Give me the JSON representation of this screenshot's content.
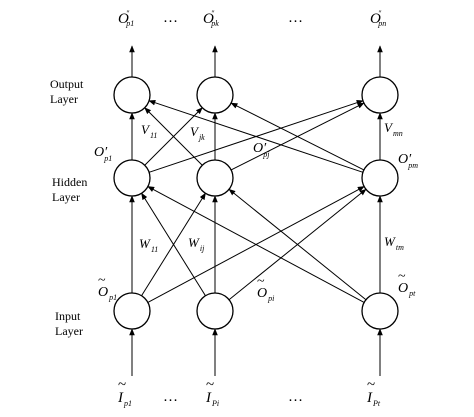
{
  "layers": {
    "output": {
      "line1": "Output",
      "line2": "Layer"
    },
    "hidden": {
      "line1": "Hidden",
      "line2": "Layer"
    },
    "input": {
      "line1": "Input",
      "line2": "Layer"
    }
  },
  "output_labels": [
    {
      "main": "O",
      "prime": "\"",
      "sub": "p1"
    },
    {
      "main": "O",
      "prime": "\"",
      "sub": "pk"
    },
    {
      "main": "O",
      "prime": "\"",
      "sub": "pn"
    }
  ],
  "input_labels": [
    {
      "main": "I",
      "tilde": "~",
      "sub": "p1"
    },
    {
      "main": "I",
      "tilde": "~",
      "sub": "Pi"
    },
    {
      "main": "I",
      "tilde": "~",
      "sub": "Pt"
    }
  ],
  "ellipsis": "…",
  "hidden_out_labels": [
    {
      "main": "O",
      "prime": "′",
      "sub": "p1"
    },
    {
      "main": "O",
      "prime": "′",
      "sub": "pj"
    },
    {
      "main": "O",
      "prime": "′",
      "sub": "pm"
    }
  ],
  "input_out_labels": [
    {
      "main": "O",
      "tilde": "~",
      "sub": "p1"
    },
    {
      "main": "O",
      "tilde": "~",
      "sub": "pi"
    },
    {
      "main": "O",
      "tilde": "~",
      "sub": "pt"
    }
  ],
  "weights_upper": [
    {
      "main": "V",
      "sub": "11"
    },
    {
      "main": "V",
      "sub": "jk"
    },
    {
      "main": "V",
      "sub": "mn"
    }
  ],
  "weights_lower": [
    {
      "main": "W",
      "sub": "11"
    },
    {
      "main": "W",
      "sub": "ij"
    },
    {
      "main": "W",
      "sub": "tm"
    }
  ]
}
